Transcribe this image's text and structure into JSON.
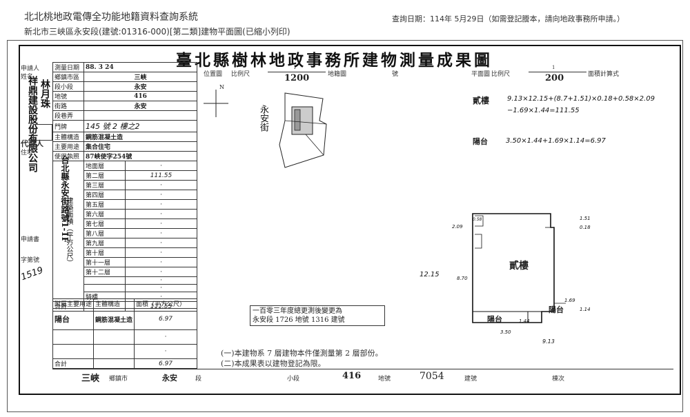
{
  "header": {
    "system_title": "北北桃地政電傳全功能地籍資料查詢系統",
    "subtitle": "新北市三峽區永安段(建號:01316-000)[第二類]建物平面圖(已縮小列印)",
    "query_date": "查詢日期：114年 5月29日（如需登記謄本，請向地政事務所申請。）"
  },
  "form": {
    "title": "臺北縣樹林地政事務所建物測量成果圖",
    "labels": {
      "applicant": "申請人",
      "name": "姓名",
      "agent": "代理人",
      "address": "住址",
      "survey_date": "測量日期",
      "township": "鄉鎮市區",
      "section": "段小段",
      "lot": "地號",
      "street": "街路",
      "alley": "段巷弄",
      "door": "門牌",
      "structure": "主體構造",
      "main_use": "主要用途",
      "permit": "使用執照",
      "building_area": "建築面積（平方公尺）",
      "application": "申請書",
      "doc_no": "字第號",
      "total": "合計",
      "attached_use": "附屬主要用途",
      "attached_structure": "主體構造",
      "attached_area": "面積（平方公尺）",
      "grand_total": "合計",
      "floors": [
        "地面層",
        "第二層",
        "第三層",
        "第四層",
        "第五層",
        "第六層",
        "第七層",
        "第八層",
        "第九層",
        "第十層",
        "第十一層",
        "第十二層",
        "",
        "",
        "騎樓"
      ]
    },
    "values": {
      "date": "88. 3 24",
      "township": "三峽",
      "section": "永安",
      "lot": "416",
      "street": "永安",
      "door": "145 號 2 樓之2",
      "structure": "鋼筋混凝土造",
      "use": "集合住宅",
      "permit": "87峽使字254號",
      "applicant_company": "祥鼎建設股份有限公司",
      "applicant_person": "林月珠",
      "address": "台北縣永安街路號1-1F",
      "floor2_area": "111.55",
      "total_area": "111.55",
      "attached_use": "陽台",
      "attached_structure": "鋼筋混凝土造",
      "attached_area": "6.97",
      "attached_total": "6.97",
      "doc_number": "1519"
    },
    "location_map": {
      "label": "位置圖",
      "scale_prefix": "比例尺",
      "scale_value": "1200",
      "scale_num": "1",
      "lot_label": "地籍圖",
      "no_label": "號",
      "street_label": "永安街"
    },
    "plan": {
      "label": "平面圖",
      "scale_prefix": "比例尺",
      "scale_value": "200",
      "scale_num": "1",
      "area_label": "面積計算式",
      "formula_floor_label": "貳樓",
      "formula_floor_1": "9.13×12.15+(8.7+1.51)×0.18+0.58×2.09",
      "formula_floor_2": "−1.69×1.44=111.55",
      "formula_balcony_label": "陽台",
      "formula_balcony": "3.50×1.44+1.69×1.14=6.97",
      "room_label": "貳樓",
      "balcony_label": "陽台",
      "dims": {
        "d1512": "12.15",
        "d870": "8.70",
        "d151": "1.51",
        "d018": "0.18",
        "d209": "2.09",
        "d058": "0.58",
        "d169": "1.69",
        "d114": "1.14",
        "d144": "1.44",
        "d350": "3.50",
        "d913": "9.13"
      }
    },
    "note_box": "一百零三年度總更測後變更為\n永安段 1726 地號 1316 建號",
    "notes": [
      "(一)本建物系 7 層建物本件僅測量第 2 層部份。",
      "(二)本成果表以建物登記為限。"
    ],
    "footer": {
      "township": "三峽",
      "township_label": "鄉鎮市",
      "section": "永安",
      "section_label": "段",
      "subsection_label": "小段",
      "lot": "416",
      "lot_label": "地號",
      "bldg": "7054",
      "bldg_label": "建號",
      "floor_label": "棟次"
    }
  }
}
